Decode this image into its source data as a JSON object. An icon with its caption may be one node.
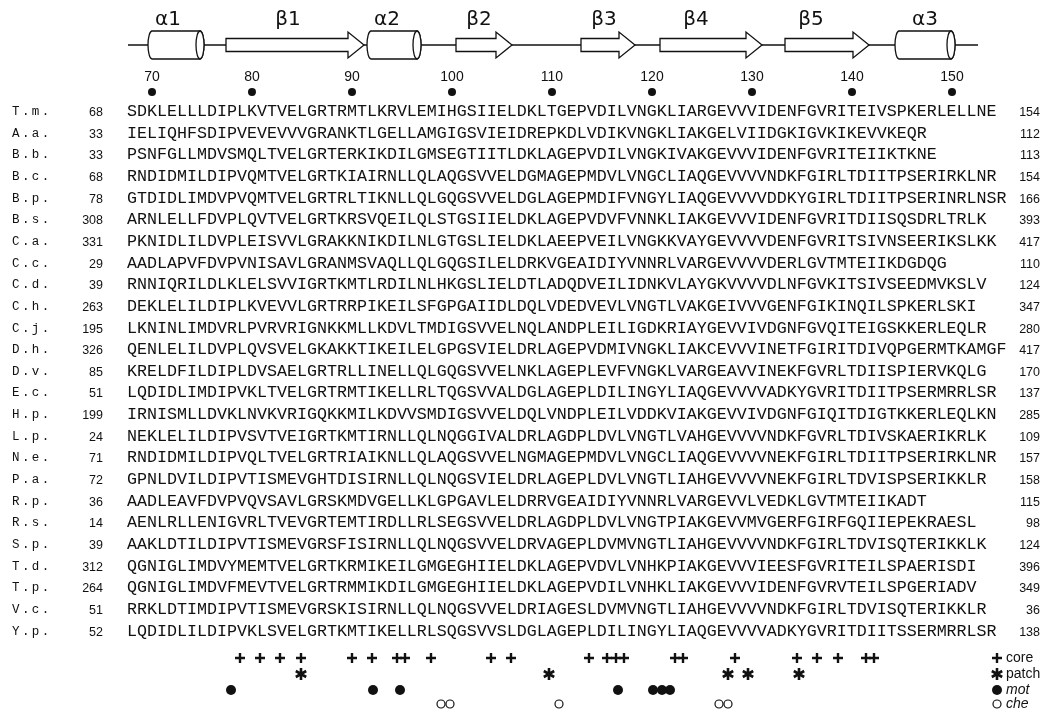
{
  "diagram": {
    "labels": [
      "α1",
      "β1",
      "α2",
      "β2",
      "β3",
      "β4",
      "β5",
      "α3",
      "70",
      "80",
      "90",
      "100",
      "110",
      "120",
      "130",
      "140",
      "150",
      "T.m.",
      "68",
      "SDKLELLLDIPLKVTVELGRTRMTLKRVLEMIHGSIIELDKLTGEPVDILVNGKLIARGEVVVIDENFGVRITEIVSPKERLELLNE",
      "154",
      "A.a.",
      "33",
      "IELIQHFSDIPVEVEVVVGRANKTLGELLAMGIGSVIEIDREPKDLVDIKVNGKLIAKGELVIIDGKIGVKIKEVVKEQR",
      "112",
      "B.b.",
      "33",
      "PSNFGLLMDVSMQLTVELGRTERKIKDILGMSEGTIITLDKLAGEPVDILVNGKIVAKGEVVVIDENFGVRITEIIKTKNE",
      "113",
      "B.c.",
      "68",
      "RNDIDMILDIPVQMTVELGRTKIAIRNLLQLAQGSVVELDGMAGEPMDVLVNGCLIAQGEVVVVNDKFGIRLTDIITPSERIRKLNR",
      "154",
      "B.p.",
      "78",
      "GTDIDLIMDVPVQMTVELGRTRLTIKNLLQLGQGSVVELDGLAGEPMDIFVNGYLIAQGEVVVVDDKYGIRLTDIITPSERINRLNSR",
      "166",
      "B.s.",
      "308",
      "ARNLELLFDVPLQVTVELGRTKRSVQEILQLSTGSIIELDKLAGEPVDVFVNNKLIAKGEVVVIDENFGVRITDIISQSDRLTRLK",
      "393",
      "C.a.",
      "331",
      "PKNIDLILDVPLEISVVLGRAKKNIKDILNLGTGSLIELDKLAEEPVEILVNGKKVAYGEVVVVDENFGVRITSIVNSEERIKSLKK",
      "417",
      "C.c.",
      "29",
      "AADLAPVFDVPVNISAVLGRANMSVAQLLQLGQGSILELDRKVGEAIDIYVNNRLVARGEVVVVDERLGVTMTEIIKDGDQG",
      "110",
      "C.d.",
      "39",
      "RNNIQRILDLKLELSVVIGRTKMTLRDILNLHKGSLIELDTLADQDVEILIDNKVLAYGKVVVVDLNFGVKITSIVSEEDMVKSLV",
      "124",
      "C.h.",
      "263",
      "DEKLELILDIPLKVEVVLGRTRRPIKEILSFGPGAIIDLDQLVDEDVEVLVNGTLVAKGEIVVVGENFGIKINQILSPKERLSKI",
      "347",
      "C.j.",
      "195",
      "LKNINLIMDVRLPVRVRIGNKKMLLKDVLTMDIGSVVELNQLANDPLEILIGDKRIAYGEVVIVDGNFGVQITEIGSKKERLEQLR",
      "280",
      "D.h.",
      "326",
      "QENLELILDVPLQVSVELGKAKKTIKEILELGPGSVIELDRLAGEPVDMIVNGKLIAKCEVVVINETFGIRITDIVQPGERMTKAMGF",
      "417",
      "D.v.",
      "85",
      "KRELDFILDIPLDVSAELGRTRLLINELLQLGQGSVVELNKLAGEPLEVFVNGKLVARGEAVVINEKFGVRLTDIISPIERVKQLG",
      "170",
      "E.c.",
      "51",
      "LQDIDLIMDIPVKLTVELGRTRMTIKELLRLTQGSVVALDGLAGEPLDILINGYLIAQGEVVVVADKYGVRITDIITPSERMRRLSR",
      "137",
      "H.p.",
      "199",
      "IRNISMLLDVKLNVKVRIGQKKMILKDVVSMDIGSVVELDQLVNDPLEILVDDKVIAKGEVVIVDGNFGIQITDIGTKKERLEQLKN",
      "285",
      "L.p.",
      "24",
      "NEKLELILDIPVSVTVEIGRTKMTIRNLLQLNQGGIVALDRLAGDPLDVLVNGTLVAHGEVVVVNDKFGVRLTDIVSKAERIKRLK",
      "109",
      "N.e.",
      "71",
      "RNDIDMILDIPVQLTVELGRTRIAIKNLLQLAQGSVVELNGMAGEPMDVLVNGCLIAQGEVVVVNEKFGIRLTDIITPSERIRKLNR",
      "157",
      "P.a.",
      "72",
      "GPNLDVILDIPVTISMEVGHTDISIRNLLQLNQGSVIELDRLAGEPLDVLVNGTLIAHGEVVVVNEKFGIRLTDVISPSERIKKLR",
      "158",
      "R.p.",
      "36",
      "AADLEAVFDVPVQVSAVLGRSKMDVGELLKLGPGAVLELDRRVGEAIDIYVNNRLVARGEVVLVEDKLGVTMTEIIKADT",
      "115",
      "R.s.",
      "14",
      "AENLRLLENIGVRLTVEVGRTEMTIRDLLRLSEGSVVELDRLAGDPLDVLVNGTPIAKGEVVMVGERFGIRFGQIIEPEKRAESL",
      "98",
      "S.p.",
      "39",
      "AAKLDTILDIPVTISMEVGRSFISIRNLLQLNQGSVVELDRVAGEPLDVMVNGTLIAHGEVVVVNDKFGIRLTDVISQTERIKKLK",
      "124",
      "T.d.",
      "312",
      "QGNIGLIMDVYMEMTVELGRTKRMIKEILGMGEGHIIELDKLAGEPVDVLVNHKPIAKGEVVVIEESFGVRITEILSPAERISDI",
      "396",
      "T.p.",
      "264",
      "QGNIGLIMDVFMEVTVELGRTRMMIKDILGMGEGHIIELDKLAGEPVDILVNHKLIAKGEVVVIDENFGVRVTEILSPGERIADV",
      "349",
      "V.c.",
      "51",
      "RRKLDTIMDIPVTISMEVGRSKISIRNLLQLNQGSVVELDRIAGESLDVMVNGTLIAHGEVVVVNDKFGIRLTDVISQTERIKKLR",
      "36",
      "Y.p.",
      "52",
      "LQDIDLILDIPVKLSVELGRTKMTIKELLRLSQGSVVSLDGLAGEPLDILINGYLIAQGEVVVVADKYGVRITDIITSSERMRRLSR",
      "138"
    ],
    "legend": [
      {
        "text": "core"
      },
      {
        "text": "patch"
      },
      {
        "text": "mot"
      },
      {
        "text": "che"
      }
    ]
  }
}
